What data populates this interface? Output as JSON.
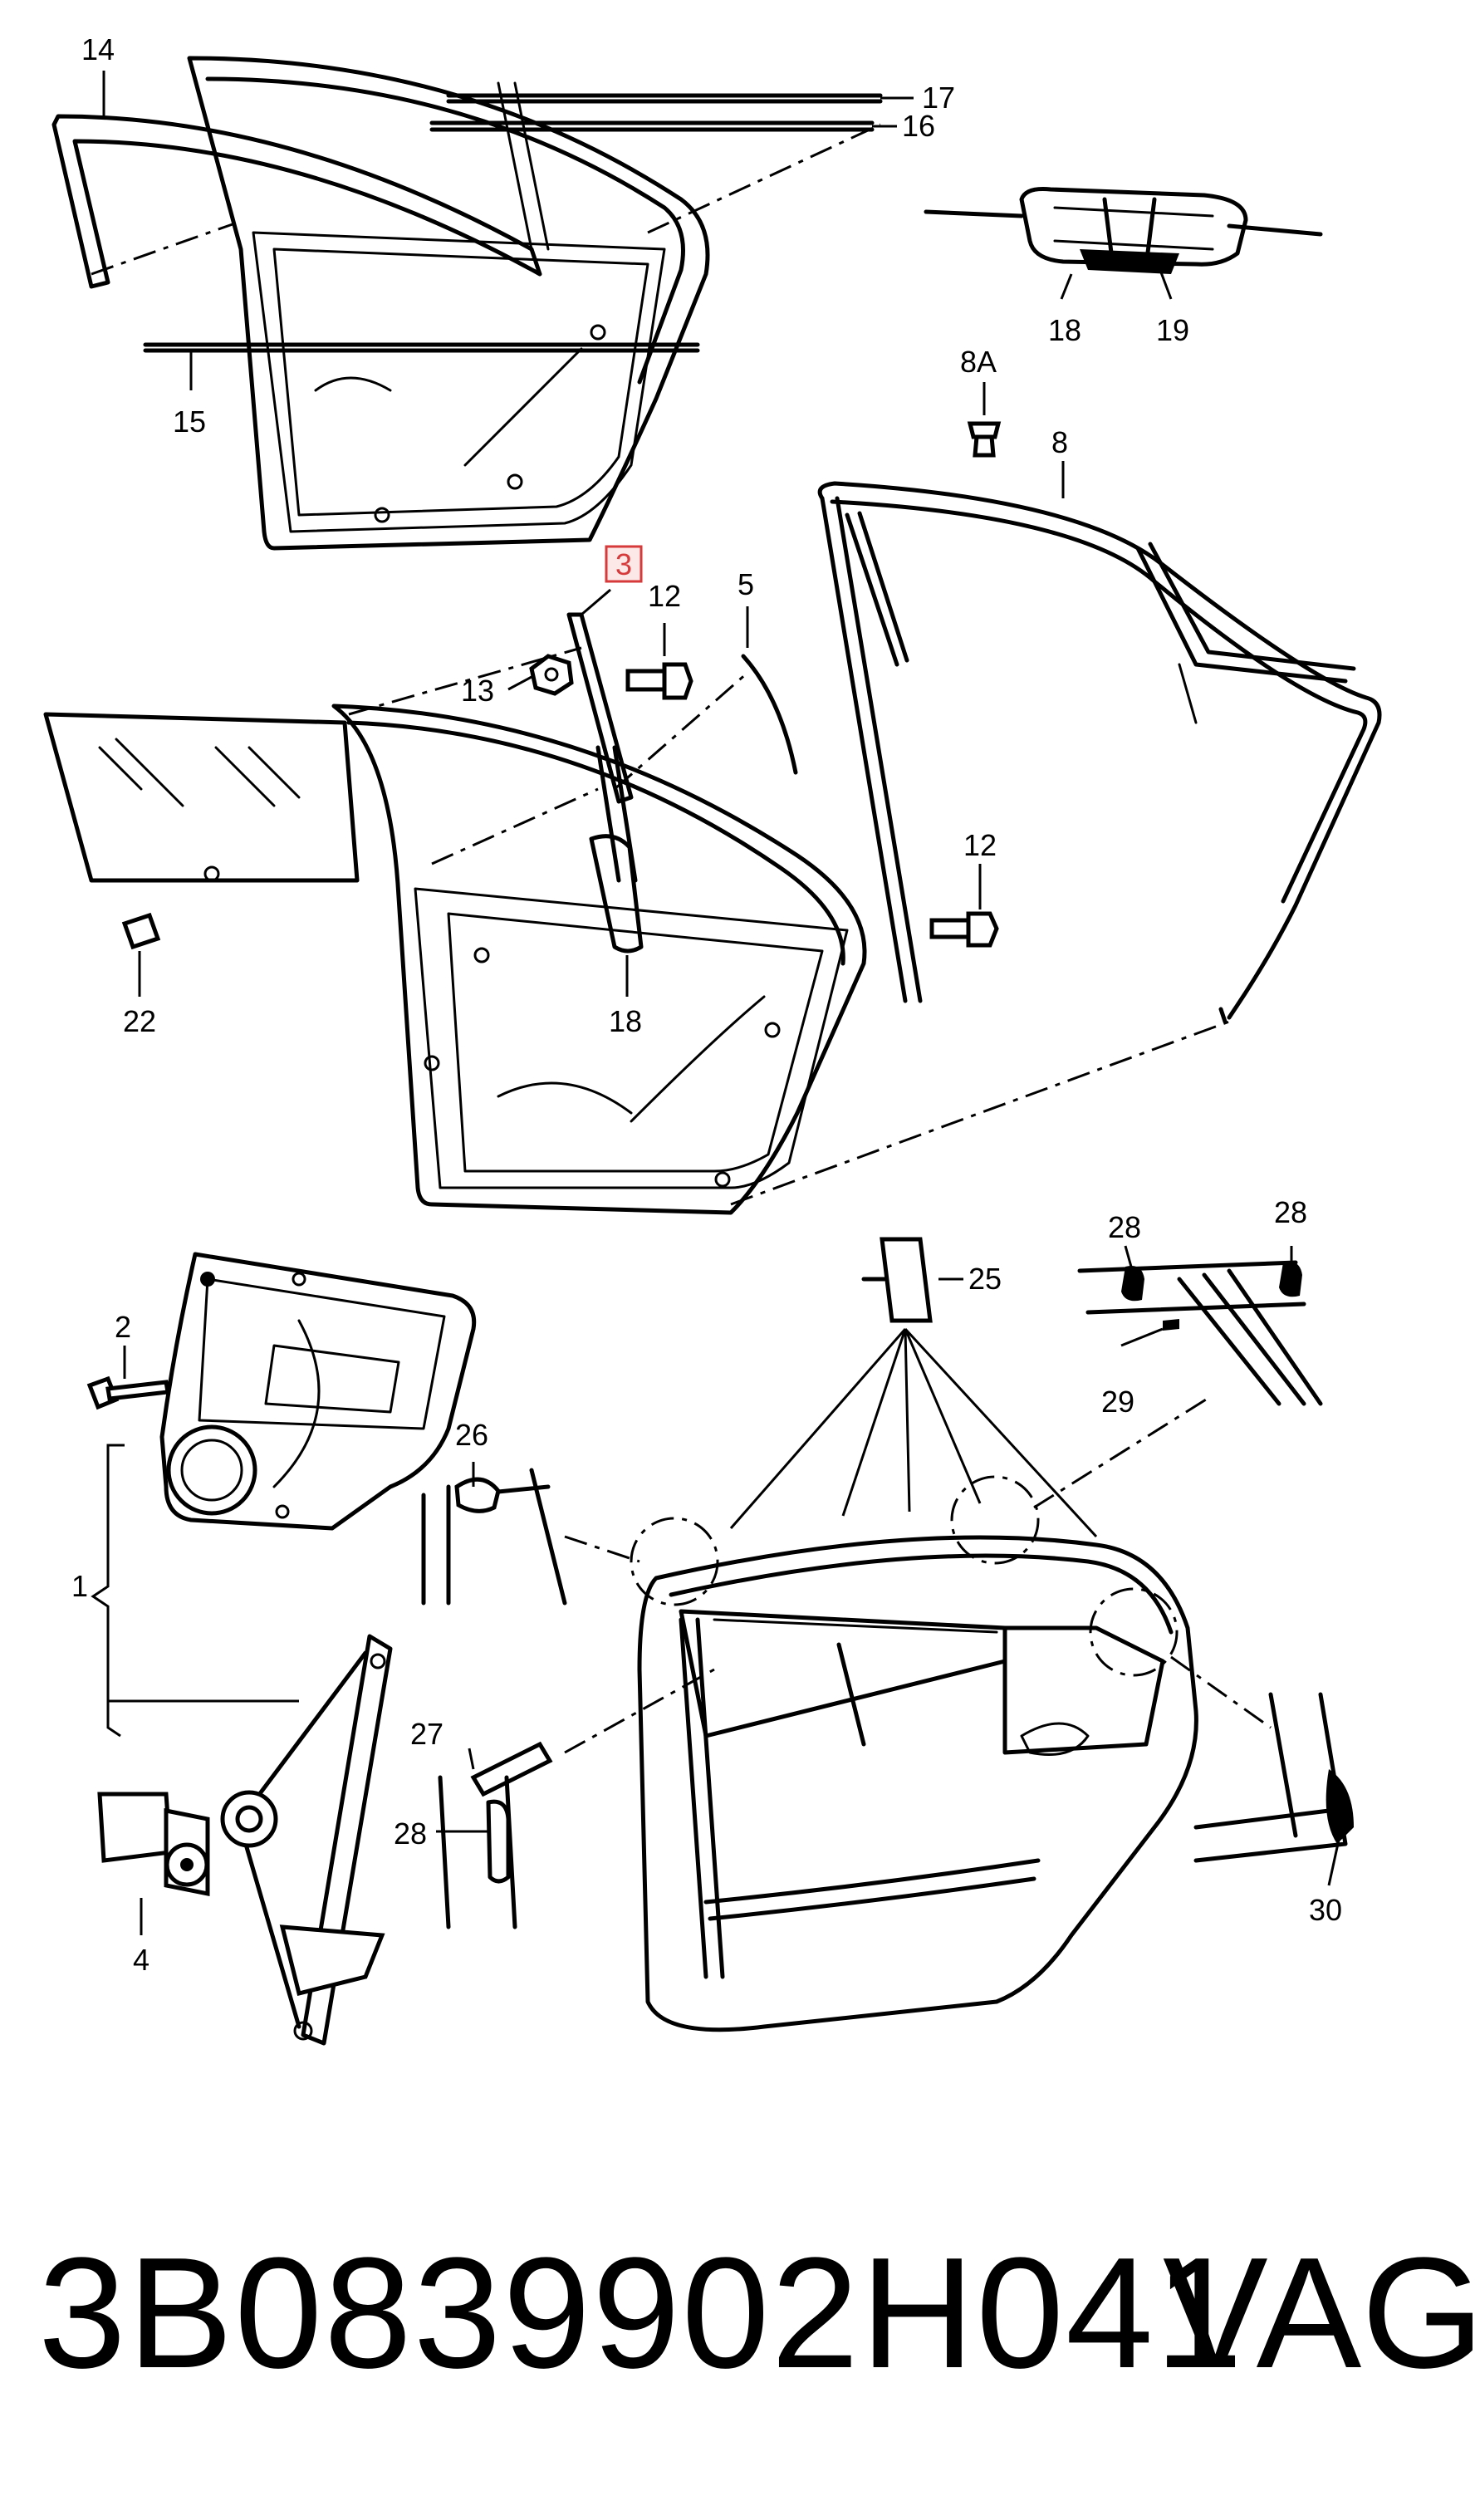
{
  "callouts": {
    "c14": "14",
    "c17": "17",
    "c16": "16",
    "c15": "15",
    "c18_clip": "18",
    "c19": "19",
    "c8A": "8A",
    "c8": "8",
    "c3": "3",
    "c12_top": "12",
    "c5": "5",
    "c13": "13",
    "c22": "22",
    "c18_mid": "18",
    "c12_mid": "12",
    "c2": "2",
    "c1": "1",
    "c4": "4",
    "c26": "26",
    "c25": "25",
    "c28_a": "28",
    "c28_b": "28",
    "c29": "29",
    "c27": "27",
    "c28_c": "28",
    "c30": "30"
  },
  "highlighted_callout": "3",
  "highlight_color": "#d63a3a",
  "part_number": "3B0839902H041",
  "brand": "VAG"
}
